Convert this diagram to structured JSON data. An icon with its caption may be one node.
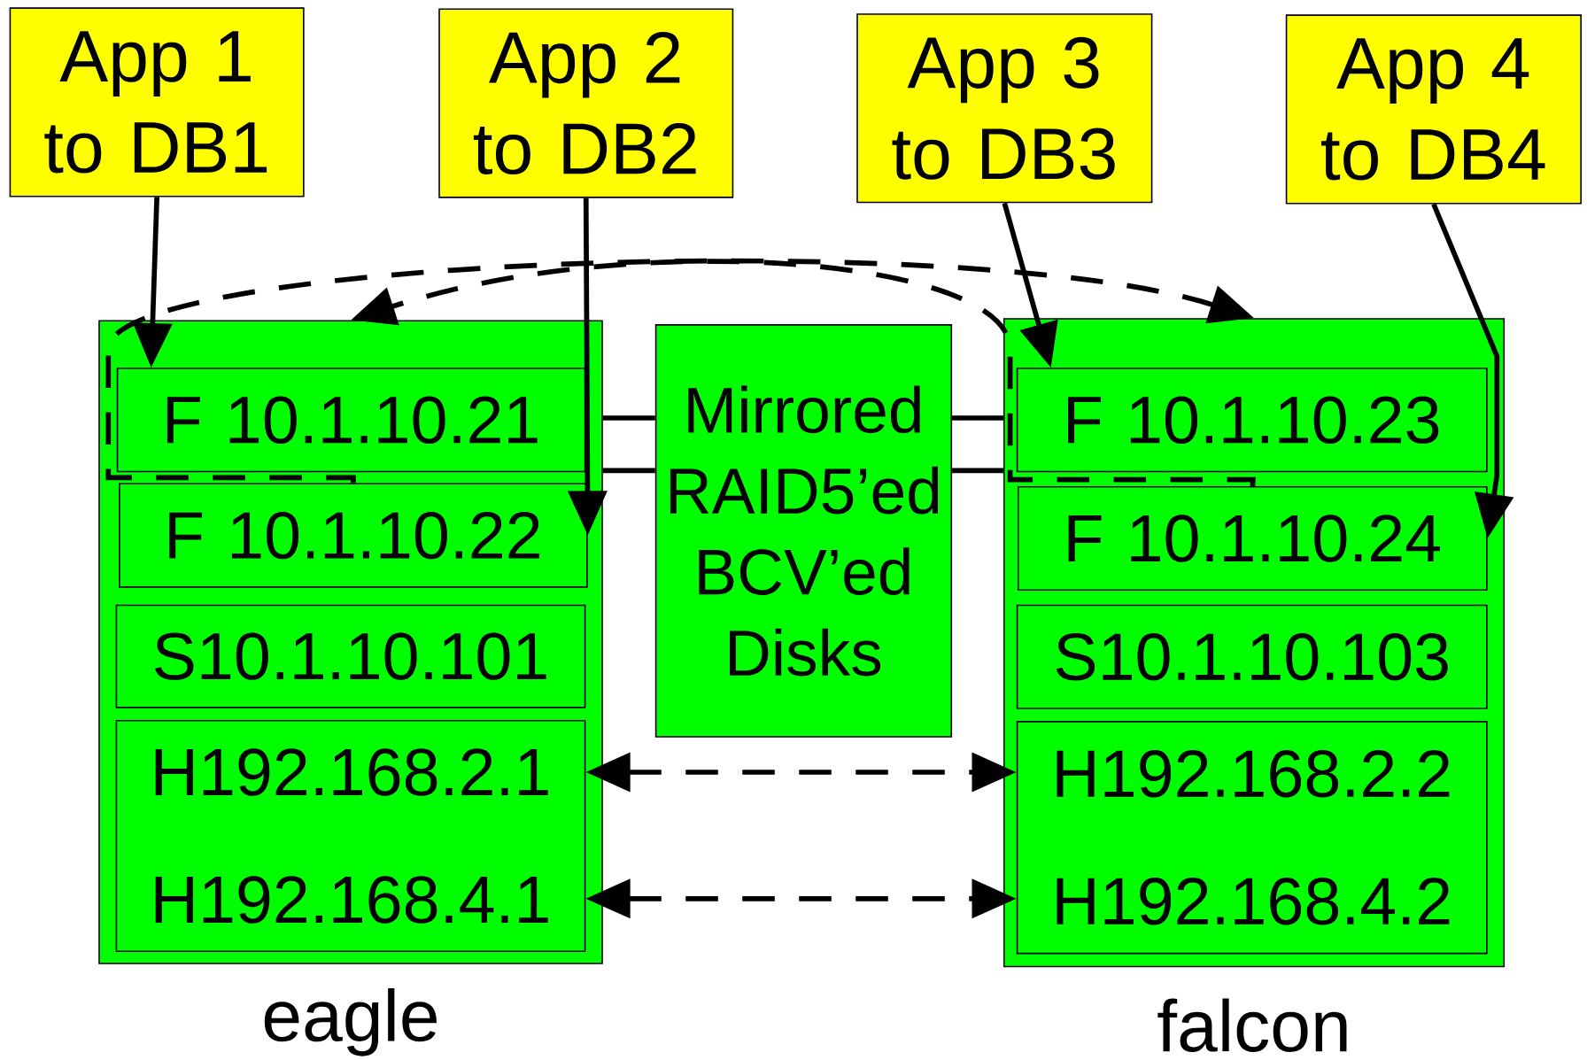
{
  "diagram": {
    "nodes": [
      {
        "text": [
          "App 1 to DB1"
        ]
      },
      {
        "text": [
          "App 2 to DB2"
        ]
      },
      {
        "text": [
          "App 3 to DB3"
        ]
      },
      {
        "text": [
          "App 4 to DB4"
        ]
      },
      {
        "text": [],
        "shape": "box",
        "beside": [
          "eagle"
        ]
      },
      {
        "text": [
          "F 10.1.10.21"
        ],
        "in": 4
      },
      {
        "text": [
          "F 10.1.10.22"
        ],
        "in": 4
      },
      {
        "text": [
          "S10.1.10.101"
        ],
        "in": 4
      },
      {
        "text": [
          "H192.168.2.1",
          "H192.168.4.1"
        ],
        "in": 4
      },
      {
        "text": [
          "Mirrored RAID5’ed BCV’ed Disks"
        ]
      },
      {
        "text": [],
        "shape": "box",
        "beside": [
          "falcon"
        ]
      },
      {
        "text": [
          "F 10.1.10.23"
        ],
        "in": 10
      },
      {
        "text": [
          "F 10.1.10.24"
        ],
        "in": 10
      },
      {
        "text": [
          "S10.1.10.103"
        ],
        "in": 10
      },
      {
        "text": [
          "H192.168.2.2",
          "H192.168.4.2"
        ],
        "in": 10
      }
    ],
    "edges": [
      {
        "from": 0,
        "to": 5,
        "arrow": "to"
      },
      {
        "from": 1,
        "to": 6,
        "arrow": "to"
      },
      {
        "from": 2,
        "to": 11,
        "arrow": "to"
      },
      {
        "from": 3,
        "to": 12,
        "arrow": "to"
      },
      {
        "from": 4,
        "to": 9,
        "arrow": "none"
      },
      {
        "from": 4,
        "to": 9,
        "arrow": "none"
      },
      {
        "from": 9,
        "to": 10,
        "arrow": "none"
      },
      {
        "from": 9,
        "to": 10,
        "arrow": "none"
      },
      {
        "from": 8,
        "to": 14,
        "arrow": "both",
        "style": "dashed"
      },
      {
        "from": 8,
        "to": 14,
        "arrow": "both",
        "style": "dashed"
      },
      {
        "from": 6,
        "to": 10,
        "arrow": "to",
        "style": "dashed"
      },
      {
        "from": 12,
        "to": 4,
        "arrow": "to",
        "style": "dashed"
      }
    ]
  }
}
